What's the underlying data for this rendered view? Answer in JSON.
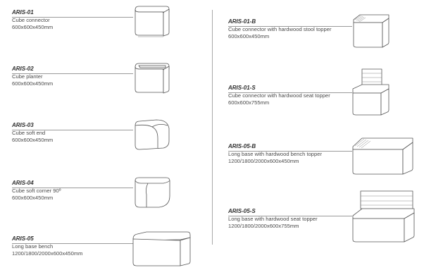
{
  "left_column": [
    {
      "code": "ARIS-01",
      "name": "Cube connector",
      "dims": "600x600x450mm",
      "icon": "cube-connector-icon"
    },
    {
      "code": "ARIS-02",
      "name": "Cube planter",
      "dims": "600x600x450mm",
      "icon": "cube-planter-icon"
    },
    {
      "code": "ARIS-03",
      "name": "Cube soft end",
      "dims": "600x600x450mm",
      "icon": "cube-soft-end-icon"
    },
    {
      "code": "ARIS-04",
      "name": "Cube soft corner 90º",
      "dims": "600x600x450mm",
      "icon": "cube-soft-corner-icon"
    },
    {
      "code": "ARIS-05",
      "name": "Long base bench",
      "dims": "1200/1800/2000x600x450mm",
      "icon": "long-base-bench-icon"
    }
  ],
  "right_column": [
    {
      "code": "ARIS-01-B",
      "name": "Cube connector with hardwood stool topper",
      "dims": "600x600x450mm",
      "icon": "cube-stool-topper-icon"
    },
    {
      "code": "ARIS-01-S",
      "name": "Cube connector with hardwood seat topper",
      "dims": "600x600x755mm",
      "icon": "cube-seat-topper-icon"
    },
    {
      "code": "ARIS-05-B",
      "name": "Long base with hardwood bench topper",
      "dims": "1200/1800/2000x600x450mm",
      "icon": "long-bench-topper-icon"
    },
    {
      "code": "ARIS-05-S",
      "name": "Long base with hardwood seat topper",
      "dims": "1200/1800/2000x600x755mm",
      "icon": "long-seat-topper-icon"
    }
  ]
}
